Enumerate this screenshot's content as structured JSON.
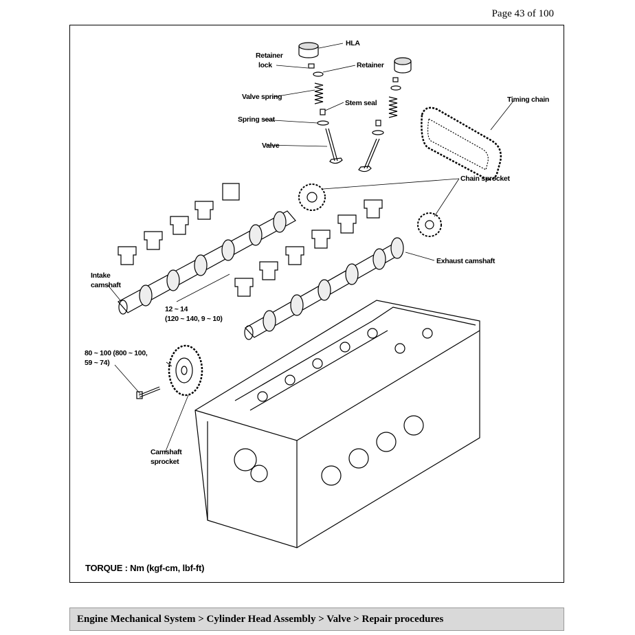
{
  "page": {
    "number_text": "Page 43 of 100"
  },
  "diagram": {
    "labels": {
      "hla": "HLA",
      "retainer_lock_1": "Retainer",
      "retainer_lock_2": "lock",
      "retainer": "Retainer",
      "valve_spring": "Valve spring",
      "stem_seal": "Stem seal",
      "spring_seat": "Spring seat",
      "valve": "Valve",
      "timing_chain": "Timing chain",
      "chain_sprocket": "Chain sprocket",
      "exhaust_camshaft": "Exhaust camshaft",
      "intake_camshaft_1": "Intake",
      "intake_camshaft_2": "camshaft",
      "torque_cap_1": "12 ~ 14",
      "torque_cap_2": "(120 ~ 140, 9 ~ 10)",
      "torque_bolt_1": "80 ~ 100 (800 ~ 100,",
      "torque_bolt_2": "59 ~ 74)",
      "camshaft_sprocket_1": "Camshaft",
      "camshaft_sprocket_2": "sprocket"
    },
    "torque_note": "TORQUE : Nm (kgf-cm, lbf-ft)"
  },
  "breadcrumb": "Engine Mechanical System > Cylinder Head Assembly > Valve > Repair procedures"
}
